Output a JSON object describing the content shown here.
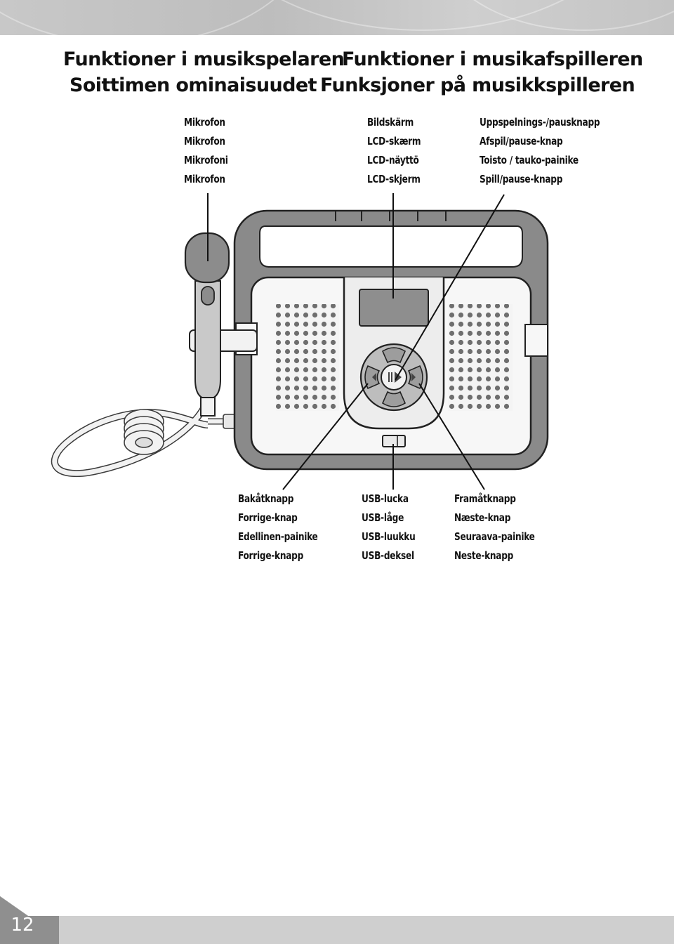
{
  "headings": {
    "swedish": "Funktioner i musikspelaren",
    "danish": "Funktioner i musikafspilleren",
    "finnish": "Soittimen ominaisuudet",
    "norwegian": "Funksjoner på musikkspilleren"
  },
  "labels": {
    "microphone": [
      "Mikrofon",
      "Mikrofon",
      "Mikrofoni",
      "Mikrofon"
    ],
    "lcd_screen": [
      "Bildskärm",
      "LCD-skærm",
      "LCD-näyttö",
      "LCD-skjerm"
    ],
    "play_pause": [
      "Uppspelnings-/pausknapp",
      "Afspil/pause-knap",
      "Toisto / tauko-painike",
      "Spill/pause-knapp"
    ],
    "back_button": [
      "Bakåtknapp",
      "Forrige-knap",
      "Edellinen-painike",
      "Forrige-knapp"
    ],
    "usb_door": [
      "USB-lucka",
      "USB-låge",
      "USB-luukku",
      "USB-deksel"
    ],
    "forward_button": [
      "Framåtknapp",
      "Næste-knap",
      "Seuraava-painike",
      "Neste-knapp"
    ]
  },
  "page_number": "12"
}
